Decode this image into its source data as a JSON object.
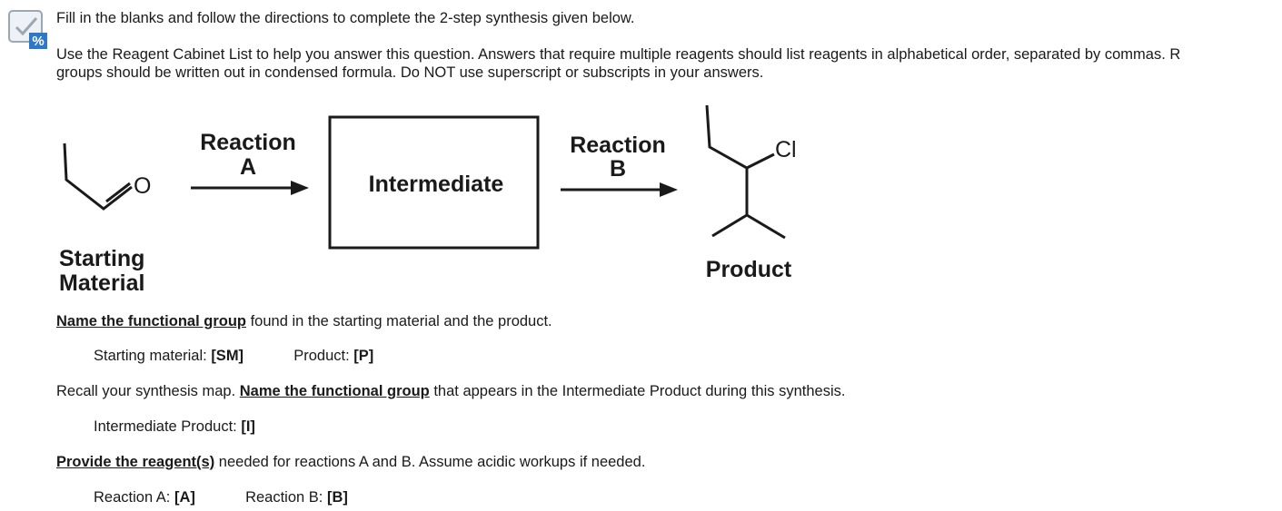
{
  "header": {
    "instruction": "Fill in the blanks and follow the directions to complete the 2-step synthesis given below.",
    "reagent_note_line1": "Use the Reagent Cabinet List to help you answer this question. Answers that require multiple reagents should list reagents in alphabetical order, separated by commas. R",
    "reagent_note_line2": "groups should be written out in condensed formula. Do NOT use superscript or subscripts in your answers."
  },
  "scheme": {
    "starting_material_line1": "Starting",
    "starting_material_line2": "Material",
    "sm_atom": "O",
    "reaction_a_line1": "Reaction",
    "reaction_a_line2": "A",
    "intermediate": "Intermediate",
    "reaction_b_line1": "Reaction",
    "reaction_b_line2": "B",
    "product_atom": "Cl",
    "product": "Product"
  },
  "questions": {
    "q1_link": "Name the functional group",
    "q1_rest": " found in the starting material and the product.",
    "sm_label": "Starting material: ",
    "sm_blank": "[SM]",
    "p_label": "Product: ",
    "p_blank": "[P]",
    "q2_intro": "Recall your synthesis map. ",
    "q2_link": "Name the functional group",
    "q2_rest": " that appears in the Intermediate Product during this synthesis.",
    "i_label": "Intermediate Product: ",
    "i_blank": "[I]",
    "q3_link": "Provide the reagent(s)",
    "q3_rest": " needed for reactions A and B. Assume acidic workups if needed.",
    "a_label": "Reaction A: ",
    "a_blank": "[A]",
    "b_label": "Reaction B: ",
    "b_blank": "[B]"
  },
  "colors": {
    "icon_accent": "#2f78c4",
    "text": "#1a1a1a"
  }
}
